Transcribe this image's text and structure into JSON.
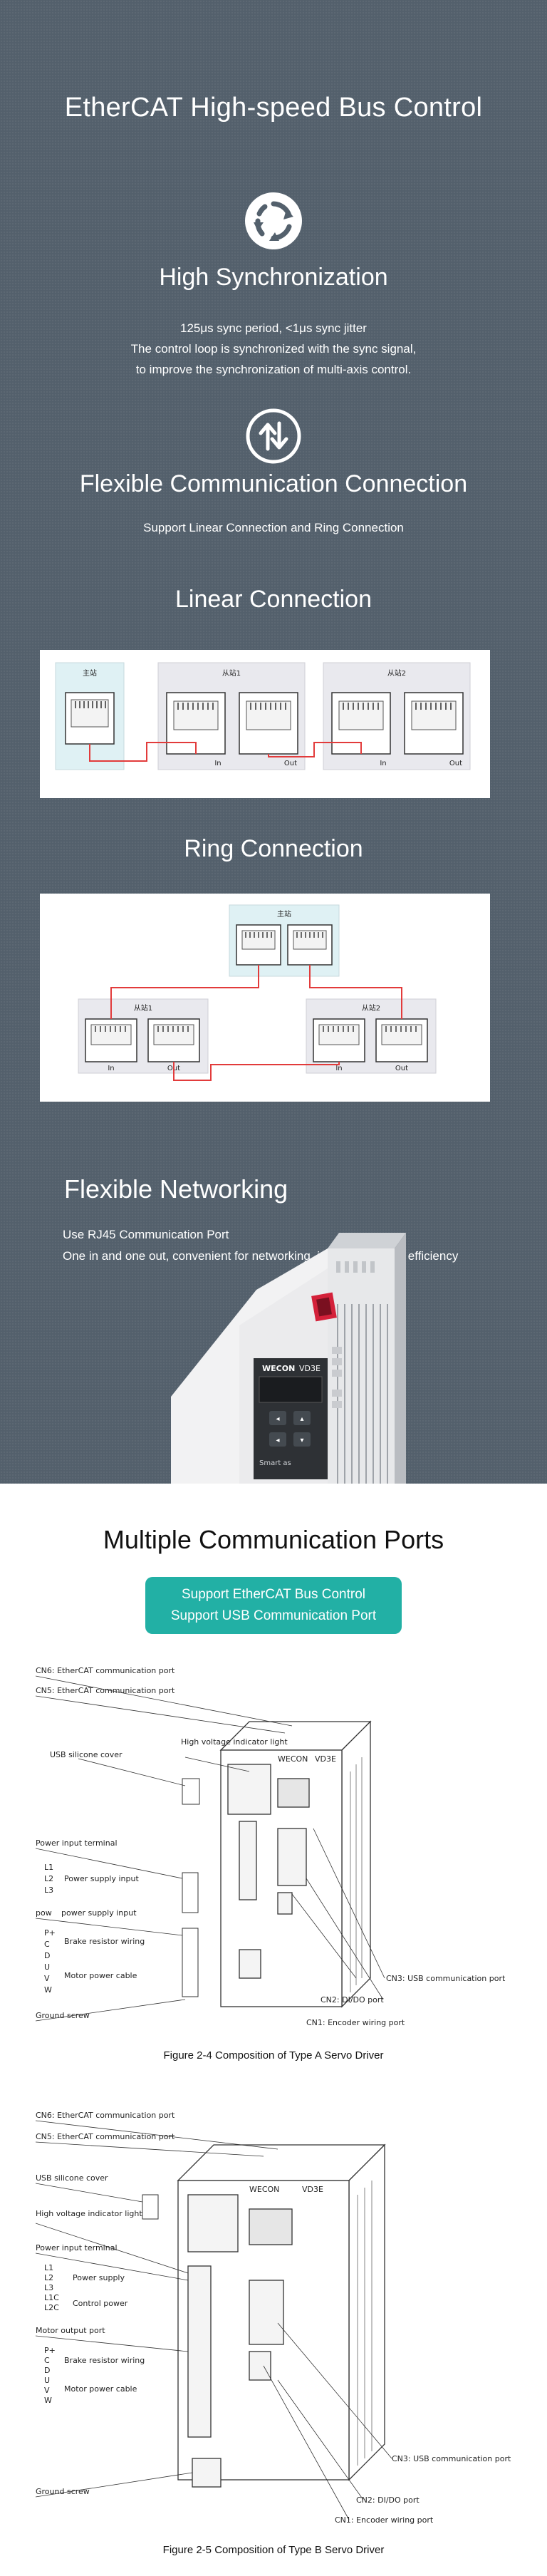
{
  "hero": {
    "title": "EtherCAT High-speed Bus Control"
  },
  "sync": {
    "title": "High Synchronization",
    "lines": [
      "125μs sync period, <1μs sync jitter",
      "The control loop is synchronized with the sync signal,",
      "to improve the synchronization of multi-axis control."
    ]
  },
  "comm": {
    "title": "Flexible Communication Connection",
    "subtitle": "Support Linear Connection and Ring Connection"
  },
  "linear": {
    "title": "Linear Connection",
    "master_label": "主站",
    "slaves": [
      "从站1",
      "从站2"
    ],
    "port_in": "In",
    "port_out": "Out"
  },
  "ring": {
    "title": "Ring Connection",
    "master_label": "主站",
    "slaves": [
      "从站1",
      "从站2"
    ],
    "port_in": "In",
    "port_out": "Out"
  },
  "networking": {
    "title": "Flexible Networking",
    "lines": [
      "Use RJ45 Communication Port",
      "One in and one out, convenient for networking, improving wiring efficiency"
    ],
    "device_brand": "WECON",
    "device_model": "VD3E",
    "device_tagline": "Smart as"
  },
  "ports": {
    "title": "Multiple Communication Ports",
    "features": [
      "Support EtherCAT Bus Control",
      "Support USB Communication Port"
    ]
  },
  "figure_a": {
    "labels": {
      "cn6": "CN6: EtherCAT communication port",
      "cn5": "CN5: EtherCAT communication port",
      "hv": "High voltage indicator light",
      "usb_cover": "USB silicone cover",
      "power_input": "Power input terminal",
      "l1": "L1",
      "l2": "L2",
      "l3": "L3",
      "power_supply_input": "Power supply input",
      "pow": "pow",
      "power_supply_input2": "power supply input",
      "p_plus": "P+",
      "c": "C",
      "d": "D",
      "u": "U",
      "v": "V",
      "w": "W",
      "brake": "Brake resistor wiring",
      "motor_cable": "Motor power cable",
      "ground": "Ground screw",
      "cn3": "CN3: USB communication port",
      "cn2": "CN2: DI/DO port",
      "cn1": "CN1: Encoder wiring port",
      "model": "VD3E",
      "brand": "WECON"
    },
    "caption": "Figure 2-4 Composition of Type A Servo Driver"
  },
  "figure_b": {
    "labels": {
      "cn6": "CN6: EtherCAT communication port",
      "cn5": "CN5: EtherCAT communication port",
      "usb_cover": "USB silicone cover",
      "hv": "High voltage indicator light",
      "power_input": "Power input terminal",
      "l1": "L1",
      "l2": "L2",
      "l3": "L3",
      "l1c": "L1C",
      "l2c": "L2C",
      "power_supply": "Power supply",
      "control_power": "Control power",
      "motor_output": "Motor output port",
      "p_plus": "P+",
      "c": "C",
      "d": "D",
      "u": "U",
      "v": "V",
      "w": "W",
      "brake": "Brake resistor wiring",
      "motor_cable": "Motor power cable",
      "ground": "Ground screw",
      "cn3": "CN3: USB communication port",
      "cn2": "CN2: DI/DO port",
      "cn1": "CN1: Encoder wiring port",
      "model": "VD3E",
      "brand": "WECON"
    },
    "caption": "Figure 2-5 Composition of Type B Servo Driver"
  },
  "colors": {
    "background_dark": "#53606c",
    "accent_teal": "#22b0a5",
    "diagram_teal": "#dff1f4",
    "diagram_grey": "#e9e9ee",
    "wire_red": "#e23b3b"
  }
}
